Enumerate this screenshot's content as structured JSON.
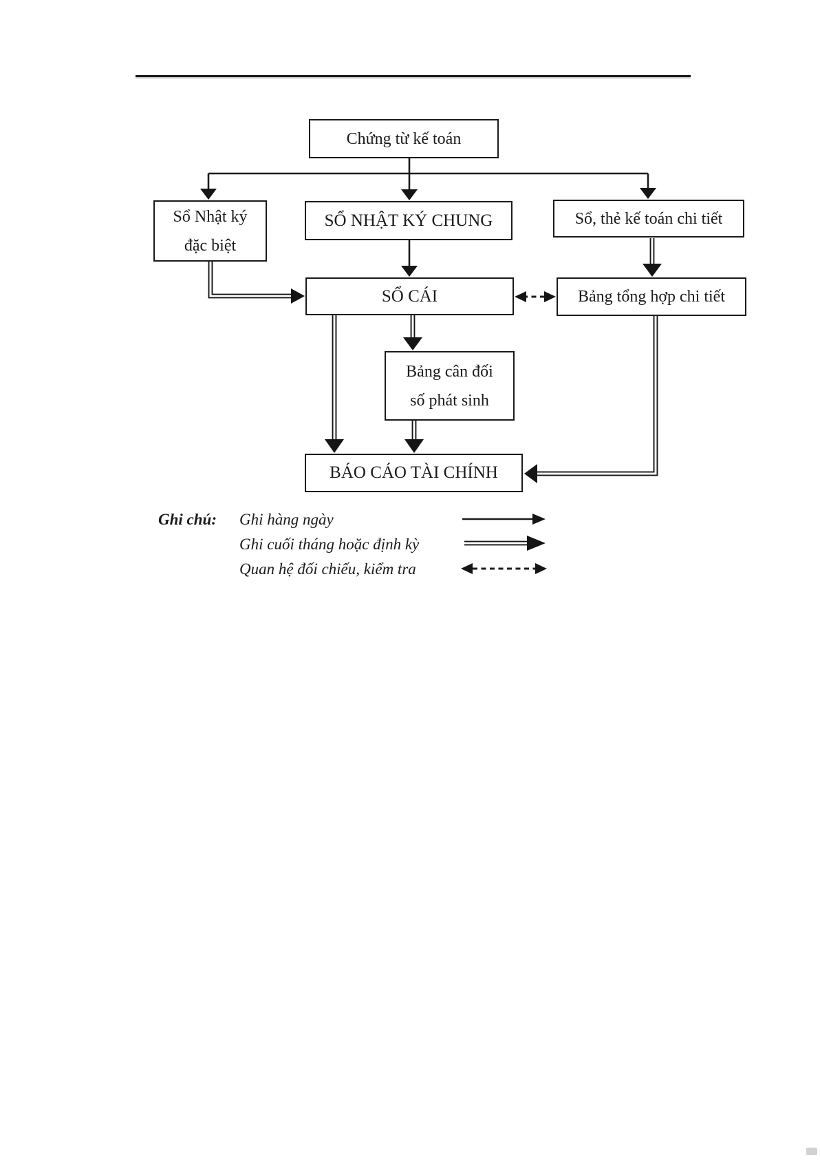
{
  "nodes": {
    "chung_tu": {
      "label": "Chứng từ kế toán"
    },
    "nhat_ky_dac_biet": {
      "line1": "Sổ Nhật ký",
      "line2": "đặc biệt"
    },
    "nhat_ky_chung": {
      "label": "SỔ NHẬT KÝ CHUNG"
    },
    "so_the_chi_tiet": {
      "label": "Sổ, thẻ kế toán chi tiết"
    },
    "so_cai": {
      "label": "SỔ CÁI"
    },
    "bang_tong_hop": {
      "label": "Bảng tổng hợp chi tiết"
    },
    "bang_can_doi": {
      "line1": "Bảng cân đối",
      "line2": "số phát sinh"
    },
    "bao_cao": {
      "label": "BÁO CÁO TÀI CHÍNH"
    }
  },
  "legend": {
    "title": "Ghi chú:",
    "items": [
      {
        "label": "Ghi hàng ngày",
        "style": "solid-arrow"
      },
      {
        "label": "Ghi cuối tháng hoặc định kỳ",
        "style": "double-line-arrow"
      },
      {
        "label": "Quan hệ đối chiếu, kiểm tra",
        "style": "dashed-two-headed-arrow"
      }
    ]
  },
  "colors": {
    "ink": "#1b1b1b",
    "paper": "#ffffff"
  }
}
